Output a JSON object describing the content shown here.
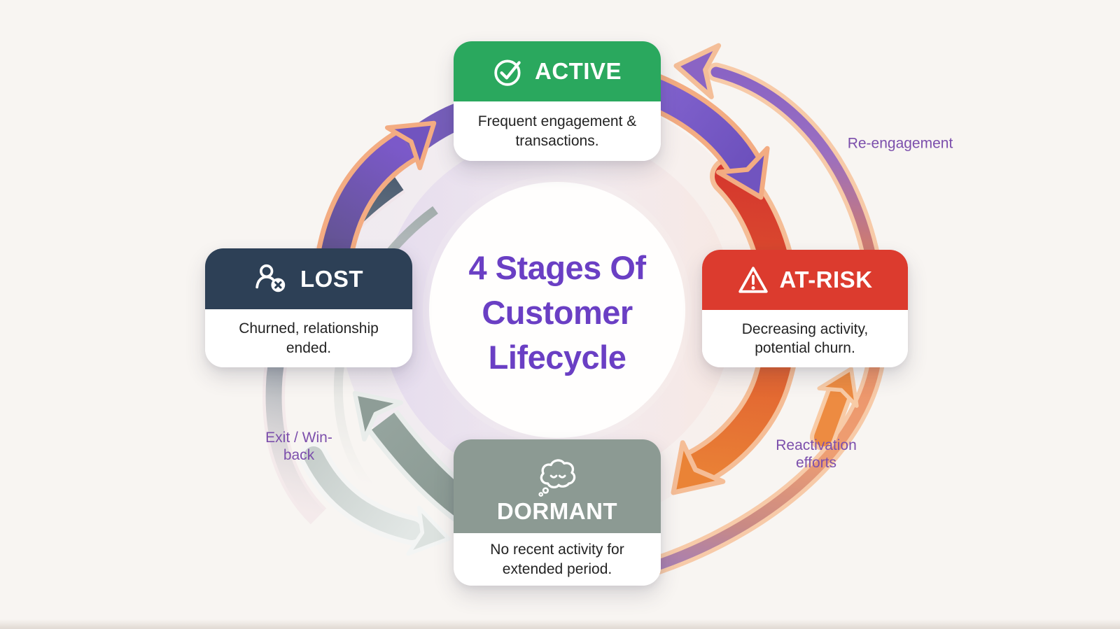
{
  "diagram": {
    "title": "4 Stages Of Customer Lifecycle",
    "stages": [
      {
        "id": "active",
        "label": "ACTIVE",
        "description": "Frequent engagement & transactions.",
        "color": "#2AA85E",
        "icon": "check-circle-icon",
        "position": "top"
      },
      {
        "id": "at-risk",
        "label": "AT-RISK",
        "description": "Decreasing activity, potential churn.",
        "color": "#DC3B2E",
        "icon": "warning-triangle-icon",
        "position": "right"
      },
      {
        "id": "dormant",
        "label": "DORMANT",
        "description": "No recent activity for extended period.",
        "color": "#8C9A93",
        "icon": "sleeping-cloud-icon",
        "position": "bottom"
      },
      {
        "id": "lost",
        "label": "LOST",
        "description": "Churned, relationship ended.",
        "color": "#2D4056",
        "icon": "user-x-icon",
        "position": "left"
      }
    ],
    "flow_labels": [
      {
        "id": "re-engagement",
        "text": "Re-engagement"
      },
      {
        "id": "reactivation-efforts",
        "text": "Reactivation efforts"
      },
      {
        "id": "exit-win-back",
        "text": "Exit / Win-back"
      }
    ],
    "colors": {
      "background": "#F8F5F2",
      "title_purple": "#6A3FC4",
      "label_purple": "#7C4FAC",
      "arrow_purple": "#7154BF",
      "arrow_purple_light": "#8A64C4",
      "arrow_red": "#D5382D",
      "arrow_orange": "#EA8336",
      "arrow_orange_light": "#ED8B41",
      "arrow_gray": "#8E9D97",
      "arrow_gray_light": "#DCE2DF",
      "arrow_outline_peach": "#F3AC82",
      "ring_lavender": "#DCD0EC",
      "ring_pink": "#F7E2DB"
    }
  }
}
